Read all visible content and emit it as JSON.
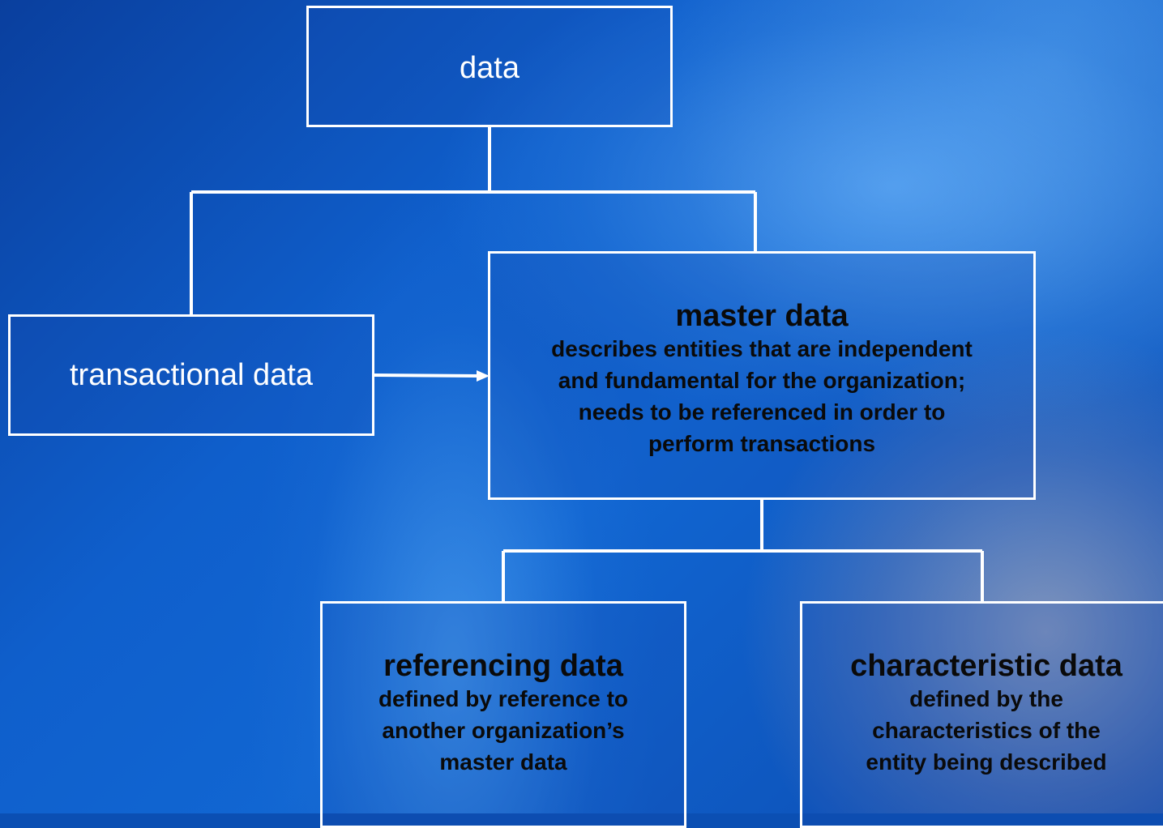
{
  "nodes": {
    "data": {
      "label": "data"
    },
    "transactional": {
      "label": "transactional data"
    },
    "master": {
      "title": "master data",
      "desc_lines": [
        "describes entities that are independent",
        "and fundamental for the organization;",
        "needs to be referenced in order to",
        "perform transactions"
      ]
    },
    "referencing": {
      "title": "referencing data",
      "desc_lines": [
        "defined by reference to",
        "another organization’s",
        "master data"
      ]
    },
    "characteristic": {
      "title": "characteristic data",
      "desc_lines": [
        "defined by the",
        "characteristics of the",
        "entity being described"
      ]
    }
  },
  "colors": {
    "line": "#ffffff",
    "box_border": "#ffffff",
    "dark_text": "#0a0a0a",
    "light_text": "#ffffff",
    "background": "#0b4fb3"
  }
}
